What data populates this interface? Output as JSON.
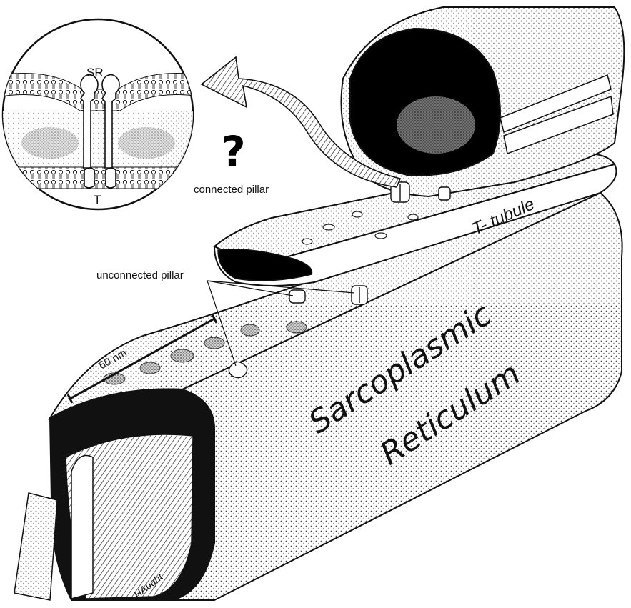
{
  "inset": {
    "label_sr": "SR",
    "label_t": "T"
  },
  "labels": {
    "question_mark": "?",
    "connected_pillar": "connected pillar",
    "unconnected_pillar": "unconnected pillar",
    "t_tubule": "T- tubule",
    "scale": "60 nm",
    "sr_line1": "Sarcoplasmic",
    "sr_line2": "Reticulum",
    "signature": "HAught"
  },
  "colors": {
    "ink": "#111111",
    "paper": "#ffffff",
    "shade": "#b8b8b8",
    "dark": "#000000"
  }
}
